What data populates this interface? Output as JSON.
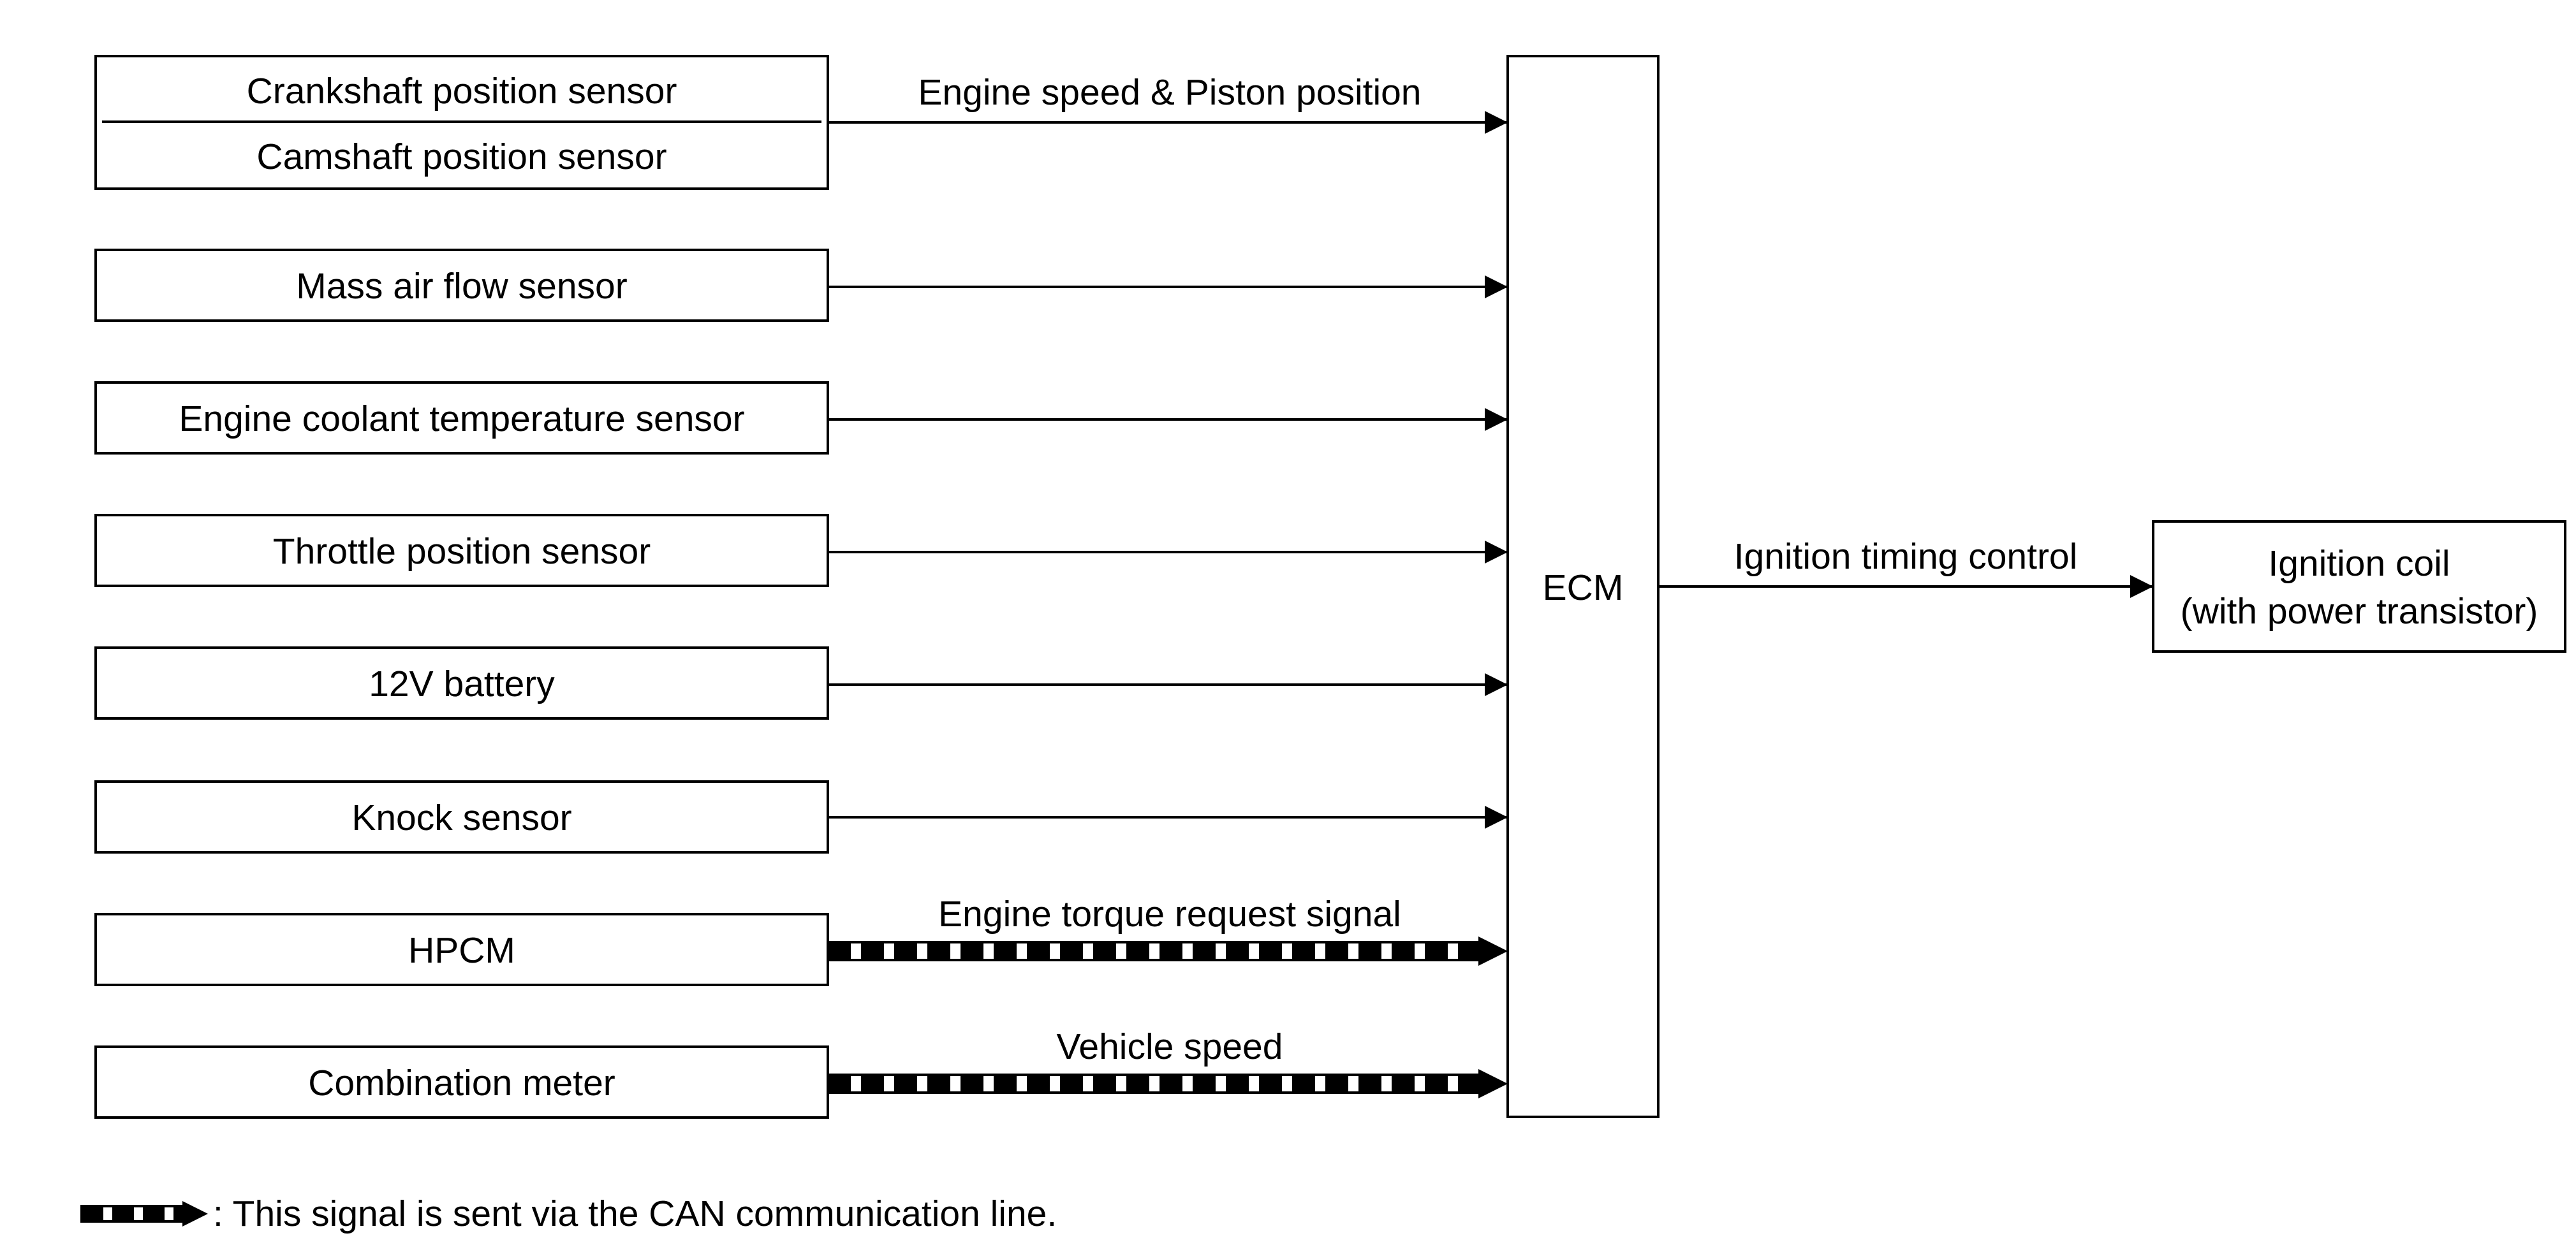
{
  "inputs": [
    {
      "id": "crankshaft",
      "label": "Crankshaft position sensor"
    },
    {
      "id": "camshaft",
      "label": "Camshaft position sensor"
    },
    {
      "id": "maf",
      "label": "Mass air flow sensor"
    },
    {
      "id": "ect",
      "label": "Engine coolant temperature sensor"
    },
    {
      "id": "tps",
      "label": "Throttle position sensor"
    },
    {
      "id": "battery",
      "label": "12V battery"
    },
    {
      "id": "knock",
      "label": "Knock sensor"
    },
    {
      "id": "hpcm",
      "label": "HPCM"
    },
    {
      "id": "combination-meter",
      "label": "Combination meter"
    }
  ],
  "signals": {
    "crank_cam": "Engine speed & Piston position",
    "hpcm": "Engine torque request signal",
    "meter": "Vehicle speed",
    "ignition": "Ignition timing control"
  },
  "ecm": {
    "label": "ECM"
  },
  "output": {
    "line1": "Ignition coil",
    "line2": "(with power transistor)"
  },
  "legend": {
    "text": ": This signal is sent via the CAN communication line."
  }
}
